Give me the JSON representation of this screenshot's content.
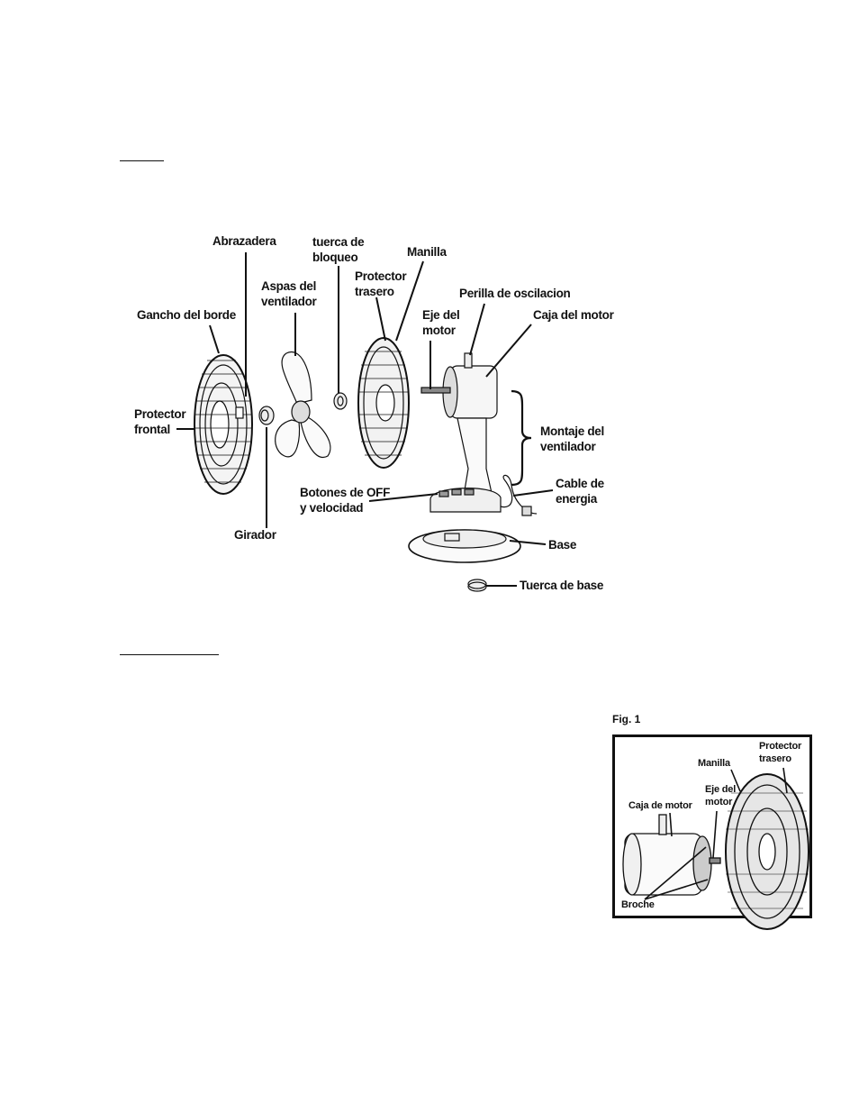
{
  "main_diagram": {
    "labels": {
      "abrazadera": "Abrazadera",
      "tuerca_bloqueo_1": "tuerca de",
      "tuerca_bloqueo_2": "bloqueo",
      "manilla": "Manilla",
      "aspas_1": "Aspas del",
      "aspas_2": "ventilador",
      "protector_trasero_1": "Protector",
      "protector_trasero_2": "trasero",
      "perilla": "Perilla de oscilacion",
      "gancho": "Gancho del borde",
      "eje_1": "Eje del",
      "eje_2": "motor",
      "caja_motor": "Caja del motor",
      "protector_frontal_1": "Protector",
      "protector_frontal_2": "frontal",
      "montaje_1": "Montaje del",
      "montaje_2": "ventilador",
      "cable_1": "Cable de",
      "cable_2": "energia",
      "botones_1": "Botones de OFF",
      "botones_2": "y velocidad",
      "girador": "Girador",
      "base": "Base",
      "tuerca_base": "Tuerca de base"
    }
  },
  "figure1": {
    "caption": "Fig. 1",
    "labels": {
      "protector_1": "Protector",
      "protector_2": "trasero",
      "manilla": "Manilla",
      "eje_1": "Eje del",
      "eje_2": "motor",
      "caja": "Caja de motor",
      "broche": "Broche"
    }
  }
}
